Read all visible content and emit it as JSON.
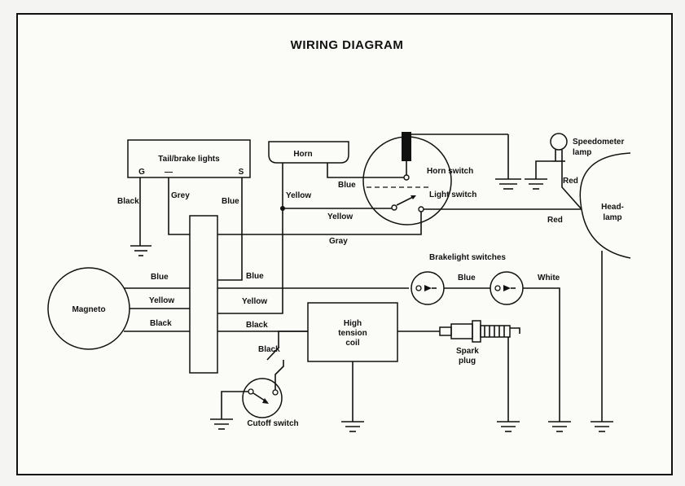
{
  "title": "WIRING DIAGRAM",
  "components": {
    "tail_lights": "Tail/brake lights",
    "tail_G": "G",
    "tail_dash": "—",
    "tail_S": "S",
    "horn": "Horn",
    "horn_switch": "Horn switch",
    "light_switch": "Light switch",
    "speedometer_lamp_1": "Speedometer",
    "speedometer_lamp_2": "lamp",
    "headlamp_1": "Head-",
    "headlamp_2": "lamp",
    "magneto": "Magneto",
    "coil_1": "High",
    "coil_2": "tension",
    "coil_3": "coil",
    "brakelight_switches": "Brakelight switches",
    "spark_plug_1": "Spark",
    "spark_plug_2": "plug",
    "cutoff_switch": "Cutoff switch"
  },
  "wires": {
    "black_tail": "Black",
    "grey_tail": "Grey",
    "blue_tail": "Blue",
    "blue_horn": "Blue",
    "yellow_horn": "Yellow",
    "yellow_light": "Yellow",
    "gray_main": "Gray",
    "red_speedo": "Red",
    "red_head": "Red",
    "blue_mag": "Blue",
    "yellow_mag": "Yellow",
    "black_mag": "Black",
    "blue_out": "Blue",
    "yellow_out": "Yellow",
    "black_out": "Black",
    "black_coil": "Black",
    "blue_brake": "Blue",
    "white_brake": "White"
  }
}
